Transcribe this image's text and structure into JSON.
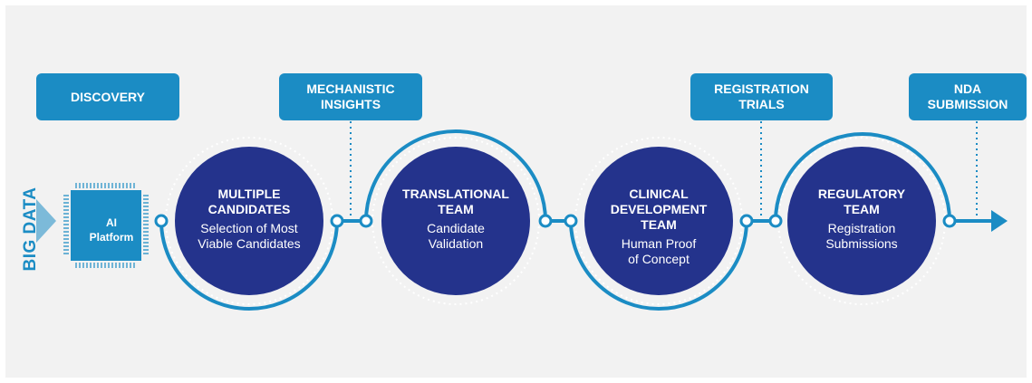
{
  "big_data_label": "BIG DATA",
  "ai_platform": {
    "line1": "AI",
    "line2": "Platform"
  },
  "stages": {
    "discovery": [
      "DISCOVERY"
    ],
    "mechanistic": [
      "MECHANISTIC",
      "INSIGHTS"
    ],
    "registration_trials": [
      "REGISTRATION",
      "TRIALS"
    ],
    "nda": [
      "NDA",
      "SUBMISSION"
    ]
  },
  "circles": [
    {
      "title": [
        "MULTIPLE",
        "CANDIDATES"
      ],
      "subtitle": [
        "Selection of Most",
        "Viable Candidates"
      ]
    },
    {
      "title": [
        "TRANSLATIONAL",
        "TEAM"
      ],
      "subtitle": [
        "Candidate",
        "Validation"
      ]
    },
    {
      "title": [
        "CLINICAL",
        "DEVELOPMENT",
        "TEAM"
      ],
      "subtitle": [
        "Human Proof",
        "of Concept"
      ]
    },
    {
      "title": [
        "REGULATORY",
        "TEAM"
      ],
      "subtitle": [
        "Registration",
        "Submissions"
      ]
    }
  ],
  "colors": {
    "navy": "#24338c",
    "blue": "#1b8cc4",
    "background": "#f2f2f2"
  }
}
